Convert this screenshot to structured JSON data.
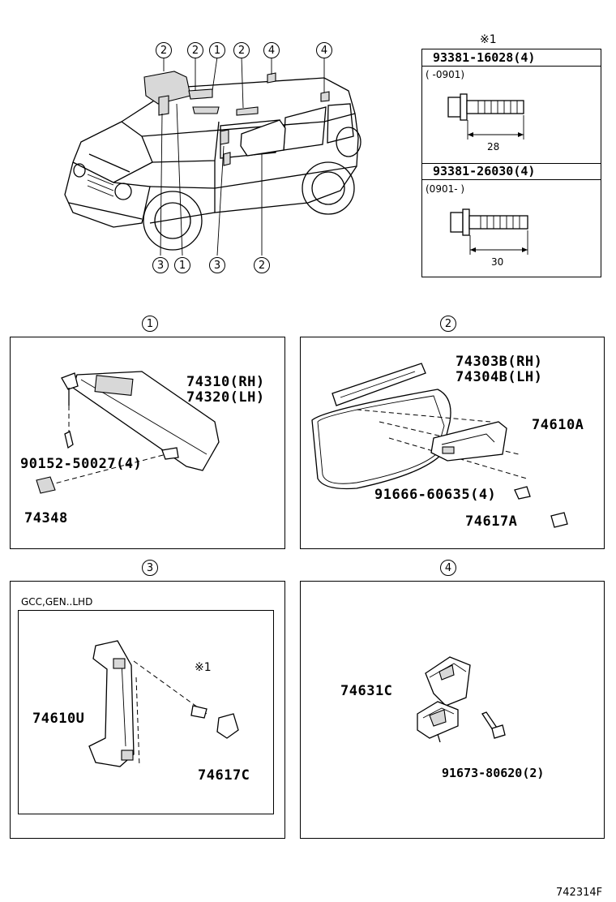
{
  "fastener_table": {
    "note_mark": "※1",
    "rows": [
      {
        "part": "93381-16028(4)",
        "range": "(    -0901)",
        "length": "28"
      },
      {
        "part": "93381-26030(4)",
        "range": "(0901-    )",
        "length": "30"
      }
    ]
  },
  "overview_callouts": {
    "top": [
      "2",
      "2",
      "1",
      "2",
      "4",
      "4"
    ],
    "bottom": [
      "3",
      "1",
      "3",
      "2"
    ]
  },
  "panels": [
    {
      "index": "1",
      "parts": [
        "74310(RH)",
        "74320(LH)",
        "90152-50027(4)",
        "74348"
      ]
    },
    {
      "index": "2",
      "parts": [
        "74303B(RH)",
        "74304B(LH)",
        "74610A",
        "91666-60635(4)",
        "74617A"
      ]
    },
    {
      "index": "3",
      "region": "GCC,GEN..LHD",
      "note_mark": "※1",
      "parts": [
        "74610U",
        "74617C"
      ]
    },
    {
      "index": "4",
      "parts": [
        "74631C",
        "91673-80620(2)"
      ]
    }
  ],
  "diagram_code": "742314F"
}
